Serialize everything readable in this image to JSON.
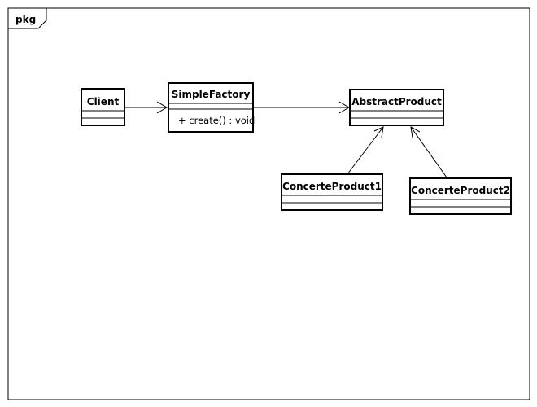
{
  "frame": {
    "title": "pkg"
  },
  "classes": {
    "client": {
      "name": "Client",
      "operations": []
    },
    "simple_factory": {
      "name": "SimpleFactory",
      "operations": [
        "+ create() : void"
      ]
    },
    "abstract_product": {
      "name": "AbstractProduct",
      "operations": []
    },
    "concrete_product_1": {
      "name": "ConcerteProduct1",
      "operations": []
    },
    "concrete_product_2": {
      "name": "ConcerteProduct2",
      "operations": []
    }
  },
  "relationships": [
    {
      "type": "association",
      "from": "Client",
      "to": "SimpleFactory"
    },
    {
      "type": "association",
      "from": "SimpleFactory",
      "to": "AbstractProduct"
    },
    {
      "type": "association",
      "from": "ConcerteProduct1",
      "to": "AbstractProduct"
    },
    {
      "type": "association",
      "from": "ConcerteProduct2",
      "to": "AbstractProduct"
    }
  ],
  "colors": {
    "stroke": "#000000",
    "background": "#ffffff"
  }
}
